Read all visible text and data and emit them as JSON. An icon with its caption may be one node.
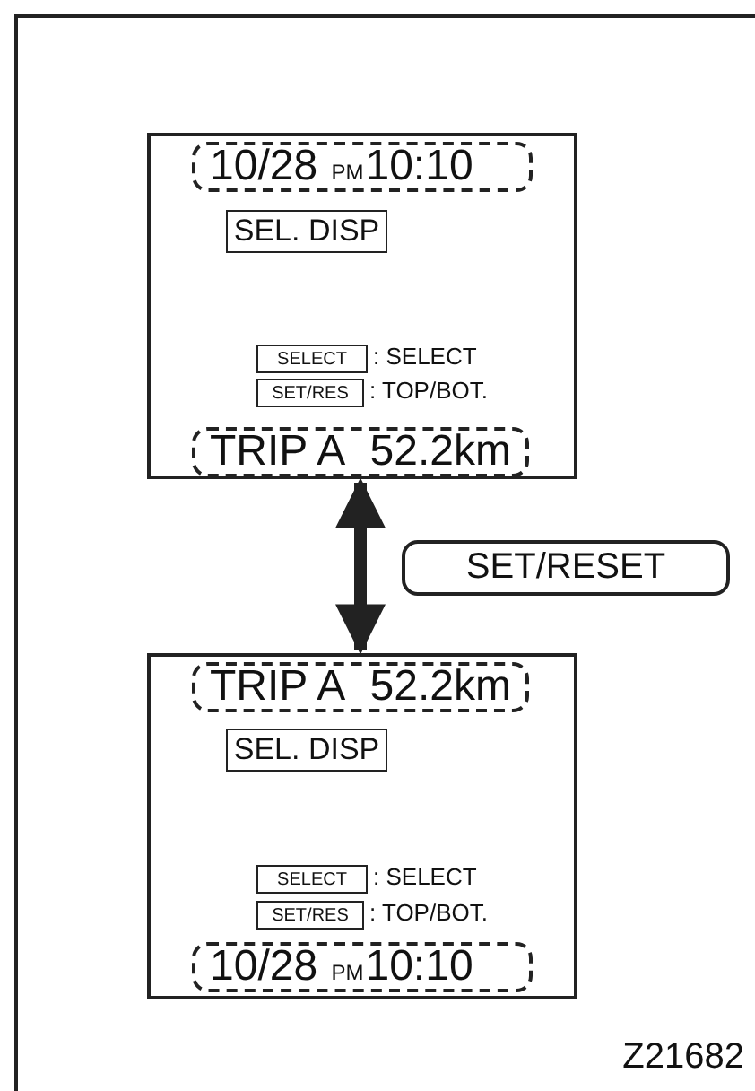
{
  "diagram": {
    "nodes": [
      {
        "text": [],
        "shape": "box"
      },
      {
        "text": [
          "10/28 $_{PM}$10:10"
        ],
        "in": 0
      },
      {
        "text": [
          "SEL. DISP"
        ],
        "in": 0
      },
      {
        "text": [
          "SELECT"
        ],
        "in": 0,
        "beside": [
          ": SELECT"
        ]
      },
      {
        "text": [
          "SET/RES"
        ],
        "in": 0,
        "beside": [
          ": TOP/BOT."
        ]
      },
      {
        "text": [
          "TRIP A",
          "52.2km"
        ],
        "in": 0
      },
      {
        "text": [
          "SET/RESET"
        ]
      },
      {
        "text": [],
        "shape": "box"
      },
      {
        "text": [
          "TRIP A",
          "52.2km"
        ],
        "in": 7
      },
      {
        "text": [
          "SEL. DISP"
        ],
        "in": 7
      },
      {
        "text": [
          "SELECT"
        ],
        "in": 7,
        "beside": [
          ": SELECT"
        ]
      },
      {
        "text": [
          "SET/RES"
        ],
        "in": 7,
        "beside": [
          ": TOP/BOT."
        ]
      },
      {
        "text": [
          "10/28 $_{PM}$10:10"
        ],
        "in": 7
      }
    ],
    "edges": [
      {
        "from": 0,
        "to": 7,
        "arrow": "both"
      }
    ],
    "labels": [
      "Z21682"
    ]
  }
}
